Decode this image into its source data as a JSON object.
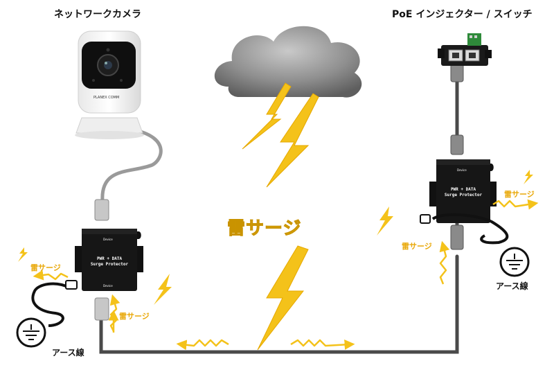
{
  "labels": {
    "camera": "ネットワークカメラ",
    "injector": "PoE インジェクター / スイッチ",
    "lightning": "雷サージ",
    "surge_left_top": "雷サージ",
    "surge_left_bottom": "雷サージ",
    "surge_right_top": "雷サージ",
    "surge_right_mid": "雷サージ",
    "earth_left": "アース線",
    "earth_right": "アース線"
  },
  "device": {
    "line1": "PWR + DATA",
    "line2": "Surge Protector",
    "port_label": "Device"
  },
  "camera_brand": "PLANEX COMM",
  "colors": {
    "surge_yellow": "#f4c21a",
    "cable_dark": "#4a4a4a",
    "device_body": "#161616",
    "cloud": "#8a8a8a"
  }
}
